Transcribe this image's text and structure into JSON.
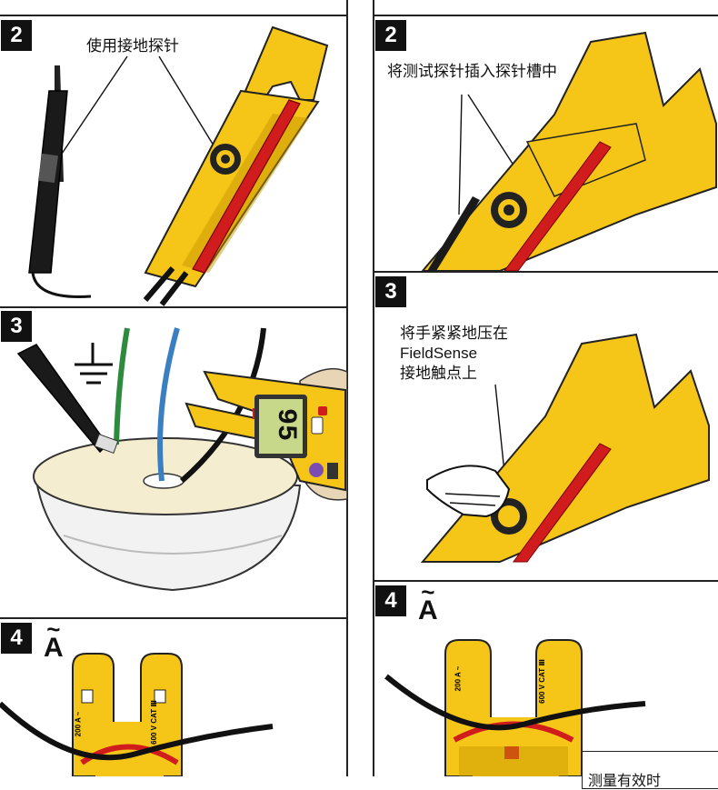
{
  "panels": {
    "left_ground_probe": {
      "step": "2",
      "caption": "使用接地探针"
    },
    "left_ground_test": {
      "step": "3"
    },
    "left_current": {
      "step": "4",
      "symbol_letter": "A",
      "symbol_tilde": "~",
      "jaw_label_left": "200 A ~",
      "jaw_label_right": "600 V CAT Ⅲ"
    },
    "right_insert_probe": {
      "step": "2",
      "caption": "将测试探针插入探针槽中"
    },
    "right_press_contact": {
      "step": "3",
      "caption_lines": [
        "将手紧紧地压在",
        "FieldSense",
        "接地触点上"
      ]
    },
    "right_current": {
      "step": "4",
      "symbol_letter": "A",
      "symbol_tilde": "~",
      "jaw_label_left": "200 A ~",
      "jaw_label_right": "600 V CAT Ⅲ",
      "note_text": "测量有效时"
    }
  },
  "meter_display": {
    "reading": "95"
  },
  "colors": {
    "tester_yellow": "#F5C518",
    "tester_dark": "#C79A00",
    "probe_red": "#D01C1C",
    "probe_black": "#1a1a1a",
    "wire_green": "#2E8B3E",
    "wire_blue": "#3A7FC1",
    "bowl_fill": "#F4EDCF",
    "lcd_green": "#C7D88A"
  }
}
